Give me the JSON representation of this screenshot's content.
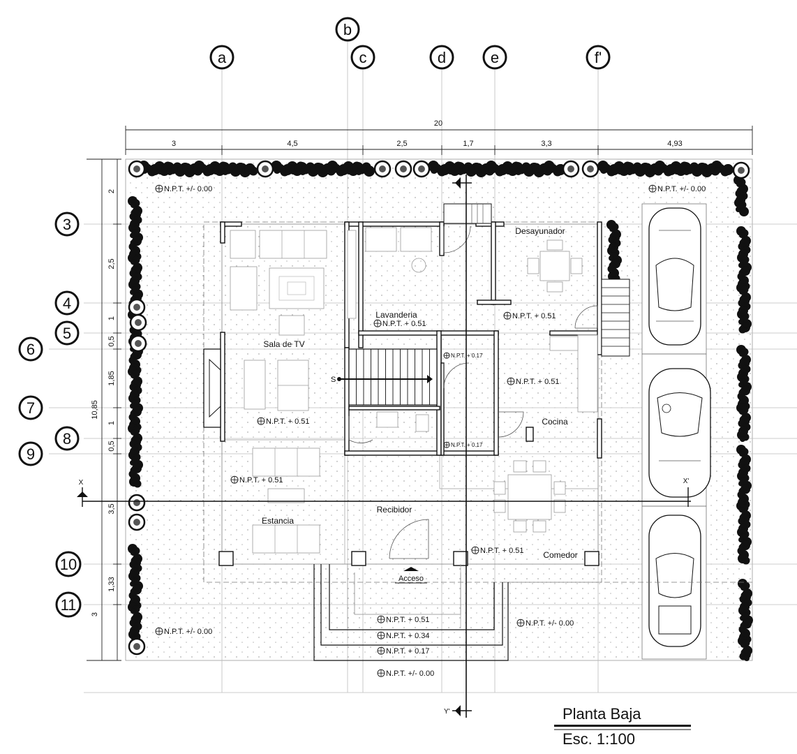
{
  "axes_columns": [
    "a",
    "b",
    "c",
    "d",
    "e",
    "f'"
  ],
  "axes_rows": [
    "3",
    "4",
    "5",
    "6",
    "7",
    "8",
    "9",
    "10",
    "11"
  ],
  "top_dimensions": {
    "total": "20",
    "segments": [
      "3",
      "4,5",
      "2,5",
      "1,7",
      "3,3",
      "4,93"
    ]
  },
  "left_dimensions": {
    "total": "10,85",
    "segments": [
      "2",
      "2,5",
      "1",
      "0,5",
      "1,85",
      "1",
      "0,5",
      "3,5",
      "1,33",
      "3"
    ]
  },
  "rooms": {
    "sala_tv": "Sala de TV",
    "lavanderia": "Lavanderia",
    "desayunador": "Desayunador",
    "cocina": "Cocina",
    "estancia": "Estancia",
    "recibidor": "Recibidor",
    "comedor": "Comedor",
    "acceso": "Acceso"
  },
  "levels": {
    "ext_top_left": "N.P.T. +/- 0.00",
    "ext_top_right": "N.P.T. +/- 0.00",
    "lavanderia": "N.P.T. + 0.51",
    "desayunador": "N.P.T. + 0.51",
    "cocina": "N.P.T. + 0.51",
    "bano_1": "N.P.T. + 0.17",
    "bano_2": "N.P.T. + 0.17",
    "sala_tv": "N.P.T. + 0.51",
    "estancia": "N.P.T. + 0.51",
    "comedor": "N.P.T. + 0.51",
    "step_1": "N.P.T. + 0.51",
    "step_2": "N.P.T. + 0.34",
    "step_3": "N.P.T. + 0.17",
    "step_4": "N.P.T. +/- 0.00",
    "ext_bottom_left": "N.P.T. +/- 0.00",
    "ext_bottom_right": "N.P.T. +/- 0.00"
  },
  "stair_mark": "S",
  "section_marks": {
    "x": "X",
    "x_prime": "X'",
    "y_prime": "Y'"
  },
  "title": "Planta Baja",
  "scale": "Esc. 1:100"
}
